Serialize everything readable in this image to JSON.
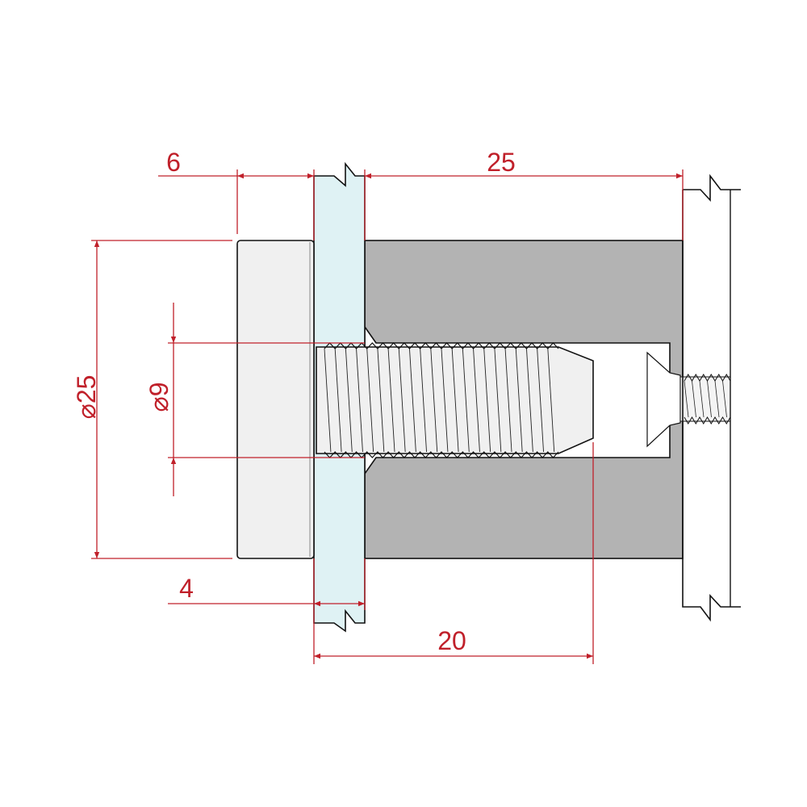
{
  "drawing": {
    "title": "Glass standoff fixing section",
    "dimensions": {
      "cap_thickness": "6",
      "spacer_length": "25",
      "cap_diameter": "⌀25",
      "bolt_diameter": "⌀9",
      "glass_thickness": "4",
      "thread_length": "20"
    },
    "colors": {
      "dimension": "#c0202a",
      "glass": "#dff2f4",
      "spacer": "#b3b3b3",
      "cap": "#f0f0f0"
    },
    "thread_count": 22
  }
}
